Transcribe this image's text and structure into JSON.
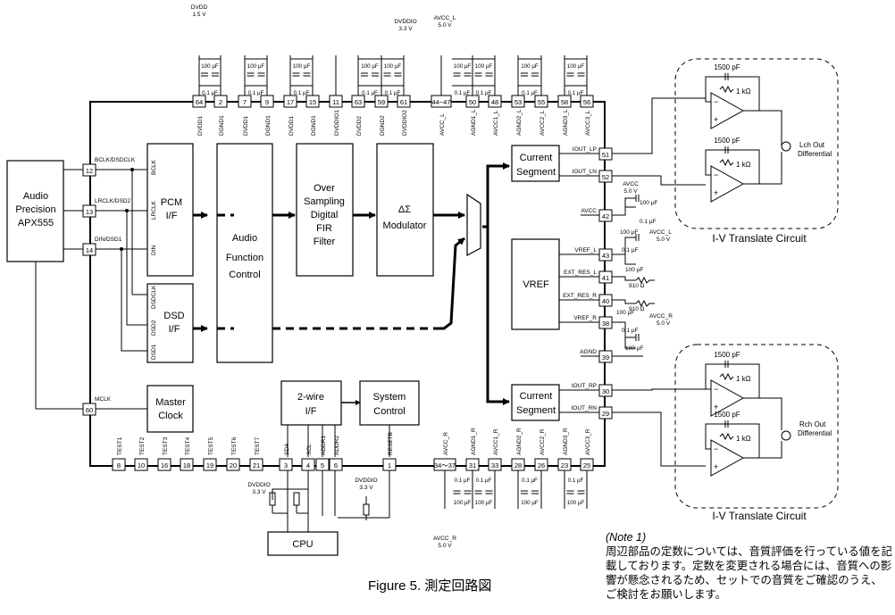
{
  "caption": "Figure 5. 測定回路図",
  "note": {
    "title": "(Note 1)",
    "body": "周辺部品の定数については、音質評価を行っている値を記載しております。定数を変更される場合には、音質への影響が懸念されるため、セットでの音質をご確認のうえ、ご検討をお願いします。"
  },
  "source": {
    "line1": "Audio",
    "line2": "Precision",
    "line3": "APX555"
  },
  "blocks": {
    "pcm_line1": "PCM",
    "pcm_line2": "I/F",
    "dsd_line1": "DSD",
    "dsd_line2": "I/F",
    "master_line1": "Master",
    "master_line2": "Clock",
    "afc_line1": "Audio",
    "afc_line2": "Function",
    "afc_line3": "Control",
    "fir_line1": "Over",
    "fir_line2": "Sampling",
    "fir_line3": "Digital",
    "fir_line4": "FIR",
    "fir_line5": "Filter",
    "mod_line1": "ΔΣ",
    "mod_line2": "Modulator",
    "cs_line1": "Current",
    "cs_line2": "Segment",
    "vref": "VREF",
    "twowire_line1": "2-wire",
    "twowire_line2": "I/F",
    "sysctl_line1": "System",
    "sysctl_line2": "Control",
    "cpu": "CPU"
  },
  "pcm_pins": [
    "BCLK",
    "LRCLK",
    "DIN"
  ],
  "dsd_pins": [
    "DSDCLK",
    "DSD2",
    "DSD1"
  ],
  "left_pins": [
    {
      "num": "12",
      "label": "BCLK/DSDCLK"
    },
    {
      "num": "13",
      "label": "LRCLK/DSD2"
    },
    {
      "num": "14",
      "label": "DIN/DSD1"
    },
    {
      "num": "60",
      "label": "MCLK"
    }
  ],
  "top_pins": [
    {
      "num": "64",
      "label": "DVDD1"
    },
    {
      "num": "2",
      "label": "DGND1"
    },
    {
      "num": "7",
      "label": "DVDD1"
    },
    {
      "num": "9",
      "label": "DGND1"
    },
    {
      "num": "17",
      "label": "DVDD1"
    },
    {
      "num": "15",
      "label": "DGND1"
    },
    {
      "num": "11",
      "label": "DVDDIO1"
    },
    {
      "num": "63",
      "label": "DVDD2"
    },
    {
      "num": "59",
      "label": "DGND2"
    },
    {
      "num": "61",
      "label": "DVDDIO2"
    },
    {
      "num": "44~47",
      "label": "AVCC_L"
    },
    {
      "num": "50",
      "label": "AGND1_L"
    },
    {
      "num": "48",
      "label": "AVCC1_L"
    },
    {
      "num": "53",
      "label": "AGND2_L"
    },
    {
      "num": "55",
      "label": "AVCC2_L"
    },
    {
      "num": "58",
      "label": "AGND3_L"
    },
    {
      "num": "56",
      "label": "AVCC3_L"
    }
  ],
  "bottom_pins": [
    {
      "num": "8",
      "label": "TEST1"
    },
    {
      "num": "10",
      "label": "TEST2"
    },
    {
      "num": "16",
      "label": "TEST3"
    },
    {
      "num": "18",
      "label": "TEST4"
    },
    {
      "num": "19",
      "label": "TEST5"
    },
    {
      "num": "20",
      "label": "TEST6"
    },
    {
      "num": "21",
      "label": "TEST7"
    },
    {
      "num": "3",
      "label": "SDA"
    },
    {
      "num": "4",
      "label": "SCL"
    },
    {
      "num": "5",
      "label": "ADDR1"
    },
    {
      "num": "6",
      "label": "ADDR2"
    },
    {
      "num": "1",
      "label": "RESETB"
    },
    {
      "num": "34～37",
      "label": "AVCC_R"
    },
    {
      "num": "31",
      "label": "AGND1_R"
    },
    {
      "num": "33",
      "label": "AVCC1_R"
    },
    {
      "num": "28",
      "label": "AGND2_R"
    },
    {
      "num": "26",
      "label": "AVCC2_R"
    },
    {
      "num": "23",
      "label": "AGND3_R"
    },
    {
      "num": "25",
      "label": "AVCC3_R"
    }
  ],
  "right_pins": [
    {
      "num": "51",
      "label": "IOUT_LP"
    },
    {
      "num": "52",
      "label": "IOUT_LN"
    },
    {
      "num": "42",
      "label": "AVCC"
    },
    {
      "num": "43",
      "label": "VREF_L"
    },
    {
      "num": "41",
      "label": "EXT_RES_L"
    },
    {
      "num": "40",
      "label": "EXT_RES_R"
    },
    {
      "num": "38",
      "label": "VREF_R"
    },
    {
      "num": "39",
      "label": "AGND"
    },
    {
      "num": "30",
      "label": "IOUT_RP"
    },
    {
      "num": "29",
      "label": "IOUT_RN"
    }
  ],
  "supplies": {
    "dvdd": "DVDD",
    "dvdd_v": "1.5 V",
    "dvddio": "DVDDIO",
    "dvddio_v": "3.3 V",
    "avcc_l": "AVCC_L",
    "avcc_l_v": "5.0 V",
    "avcc_r": "AVCC_R",
    "avcc_r_v": "5.0 V",
    "avcc": "AVCC",
    "avcc_v": "5.0 V",
    "avcc_l_label": "AVCC_L",
    "avcc_r_label": "AVCC_R",
    "dvddio_cpu": "DVDDIO",
    "dvddio_cpu_v": "3.3 V",
    "dvddio_reset": "DVDDIO",
    "dvddio_reset_v": "3.3 V"
  },
  "components": {
    "c100": "100 µF",
    "c01": "0.1 µF",
    "c1500": "1500 pF",
    "r1k": "1 kΩ",
    "r910": "910 Ω"
  },
  "iv": {
    "title": "I-V Translate Circuit",
    "lch_line1": "Lch Out",
    "lch_line2": "Differential",
    "rch_line1": "Rch Out",
    "rch_line2": "Differential"
  }
}
